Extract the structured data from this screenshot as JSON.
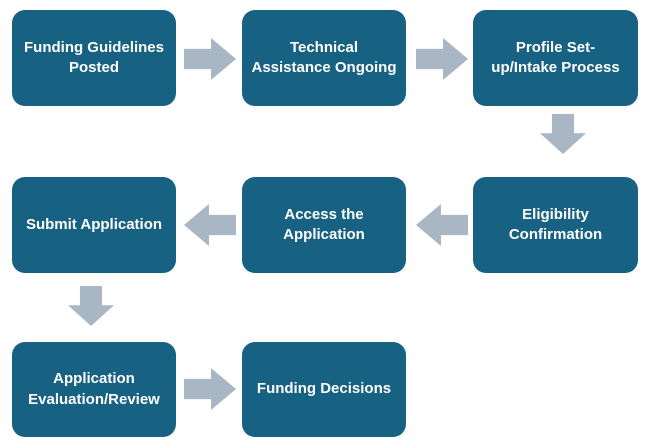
{
  "diagram": {
    "colors": {
      "background": "#ffffff",
      "box_fill": "#176182",
      "box_text": "#ffffff",
      "arrow_fill": "#a9b6c3"
    },
    "boxes": [
      {
        "label": "Funding Guidelines\nPosted"
      },
      {
        "label": "Technical\nAssistance Ongoing"
      },
      {
        "label": "Profile Set-\nup/Intake Process"
      },
      {
        "label": "Eligibility\nConfirmation"
      },
      {
        "label": "Access the\nApplication"
      },
      {
        "label": "Submit Application"
      },
      {
        "label": "Application\nEvaluation/Review"
      },
      {
        "label": "Funding Decisions"
      }
    ],
    "arrows": [
      "right",
      "right",
      "down",
      "left",
      "left",
      "down",
      "right"
    ]
  }
}
